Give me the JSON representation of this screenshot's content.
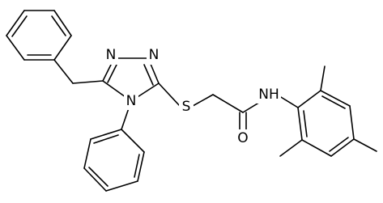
{
  "molecule": {
    "atoms": {
      "n_triazole_top": "N",
      "n_triazole_right": "N",
      "n_phenyl": "N",
      "sulfur": "S",
      "oxygen": "O",
      "amide_nh": "NH"
    }
  }
}
